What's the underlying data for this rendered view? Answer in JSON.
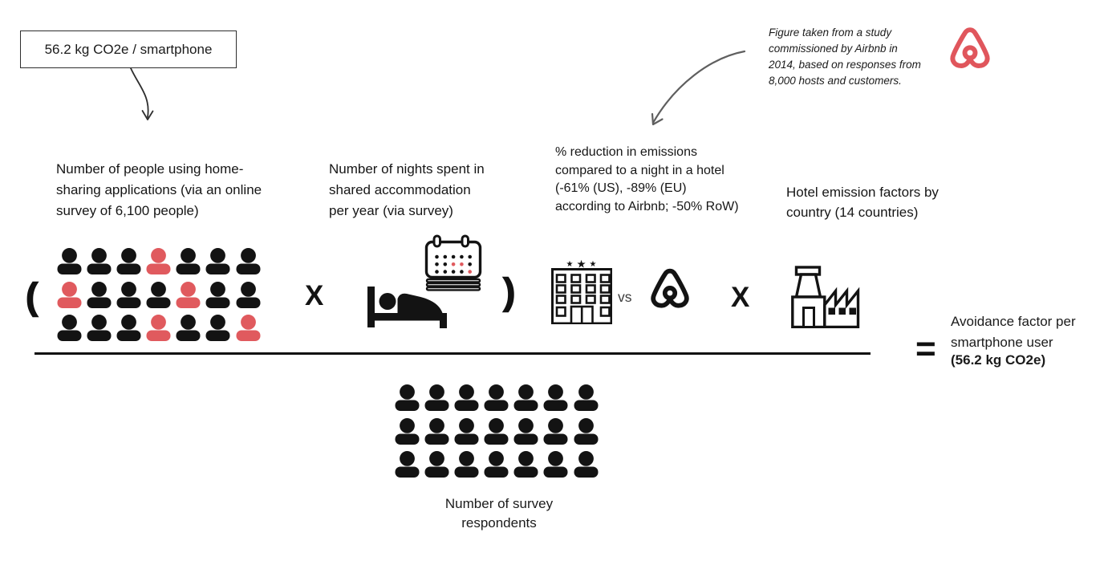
{
  "palette": {
    "red": "#E05A5E",
    "black": "#131313",
    "arrow_gray": "#5f5f5f"
  },
  "co2_callout": {
    "label": "56.2 kg CO2e / smartphone"
  },
  "study_note": {
    "text": "Figure taken from a study\ncommissioned by Airbnb in\n2014, based on responses from\n8,000 hosts and customers."
  },
  "labels": {
    "people": "Number of people using home-\nsharing applications (via an online\nsurvey of 6,100 people)",
    "nights": "Number of nights spent in\nshared accommodation\nper year (via survey)",
    "reduction": "% reduction in emissions\ncompared to a night in a hotel\n(-61% (US), -89% (EU)\naccording to Airbnb; -50% RoW)",
    "hotel_factors": "Hotel emission factors by\ncountry (14 countries)",
    "denominator": "Number of survey\nrespondents"
  },
  "operators": {
    "open_paren": "(",
    "multiply_1": "X",
    "close_paren": ")",
    "vs": "vs",
    "multiply_2": "X",
    "equals": "="
  },
  "result": {
    "text": "Avoidance factor per\nsmartphone user",
    "value": "(56.2 kg CO2e)"
  },
  "numerator_grid": {
    "pattern": [
      "BBBRBBB",
      "RBBBRBB",
      "BBBRBBR"
    ]
  },
  "denominator_grid": {
    "pattern": [
      "BBBBBBB",
      "BBBBBBB",
      "BBBBBBB"
    ]
  },
  "calendar": {
    "dot_pattern": [
      "BBBBB",
      "BBRRB",
      "BBBBR"
    ]
  },
  "icons": {
    "star": "★"
  }
}
